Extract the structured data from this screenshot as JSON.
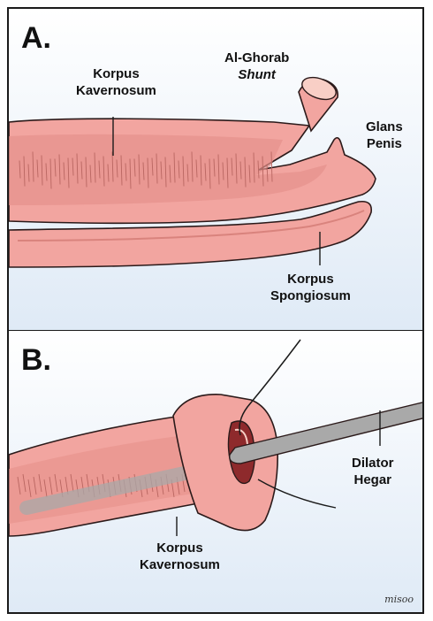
{
  "panel_a": {
    "label": "A.",
    "korpus_kavernosum": [
      "Korpus",
      "Kavernosum"
    ],
    "shunt": [
      "Al-Ghorab",
      "Shunt"
    ],
    "glans": [
      "Glans",
      "Penis"
    ],
    "korpus_spongiosum": [
      "Korpus",
      "Spongiosum"
    ]
  },
  "panel_b": {
    "label": "B.",
    "korpus_kavernosum": [
      "Korpus",
      "Kavernosum"
    ],
    "dilator": [
      "Dilator",
      "Hegar"
    ]
  },
  "signature": "misoo",
  "colors": {
    "tissue": "#f2a5a0",
    "tissue_dark": "#d9837d",
    "tissue_light": "#f8cfc6",
    "cavity": "#8e2a2c",
    "dilator": "#a9a9a9",
    "outline": "#2b1a1a"
  }
}
